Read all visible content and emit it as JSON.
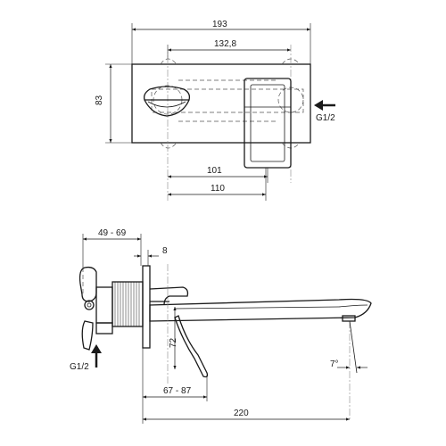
{
  "front_view": {
    "dim_total_width": "193",
    "dim_handle_to_inlet": "132,8",
    "dim_height": "83",
    "dim_101": "101",
    "dim_110": "110",
    "inlet_label": "G1/2"
  },
  "side_view": {
    "dim_wall_depth": "49 - 69",
    "dim_plate": "8",
    "dim_drop": "72",
    "dim_67_87": "67 - 87",
    "dim_reach": "220",
    "dim_angle": "7°",
    "inlet_label": "G1/2"
  }
}
